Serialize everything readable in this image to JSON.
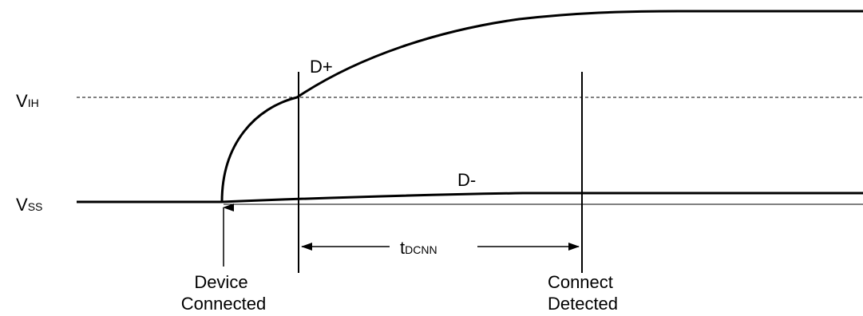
{
  "diagram": {
    "levels": {
      "vih": {
        "main": "V",
        "sub": "IH"
      },
      "vss": {
        "main": "V",
        "sub": "SS"
      }
    },
    "signals": {
      "dplus": "D+",
      "dminus": "D-"
    },
    "timing": {
      "t_main": "t",
      "t_sub": "DCNN"
    },
    "events": {
      "device_connected": [
        "Device",
        "Connected"
      ],
      "connect_detected": [
        "Connect",
        "Detected"
      ]
    }
  }
}
